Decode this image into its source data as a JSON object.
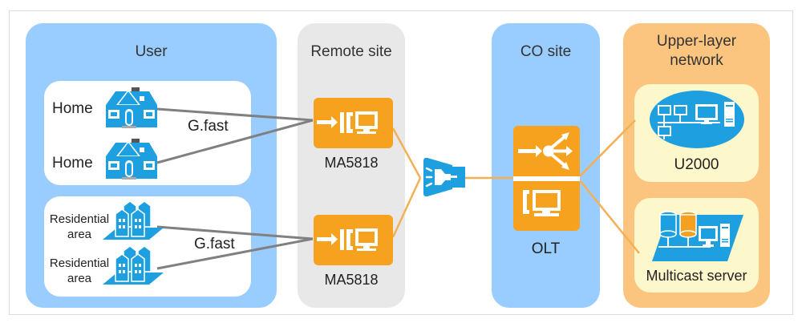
{
  "colors": {
    "user_zone": "#99ccff",
    "remote_zone": "#e8e8e8",
    "co_zone": "#99ccff",
    "upper_zone": "#fbc57f",
    "upper_card": "#fdf8cc",
    "device": "#f6a21e",
    "icon_blue": "#1ea0e0",
    "copper_link": "#808080",
    "fiber_link": "#f4b055"
  },
  "zones": {
    "user": {
      "title": "User"
    },
    "remote": {
      "title": "Remote site"
    },
    "co": {
      "title": "CO site"
    },
    "upper": {
      "title_line1": "Upper-layer",
      "title_line2": "network"
    }
  },
  "user": {
    "homes": [
      {
        "label": "Home",
        "icon": "house-icon"
      },
      {
        "label": "Home",
        "icon": "house-icon"
      }
    ],
    "areas": [
      {
        "label_line1": "Residential",
        "label_line2": "area",
        "icon": "buildings-icon"
      },
      {
        "label_line1": "Residential",
        "label_line2": "area",
        "icon": "buildings-icon"
      }
    ],
    "link_label_top": "G.fast",
    "link_label_bottom": "G.fast"
  },
  "remote": {
    "devices": [
      {
        "label": "MA5818",
        "icon": "msan-icon"
      },
      {
        "label": "MA5818",
        "icon": "msan-icon"
      }
    ]
  },
  "splitter": {
    "icon": "optical-splitter-icon"
  },
  "co": {
    "device": {
      "label": "OLT",
      "icon": "olt-icon"
    }
  },
  "upper": {
    "items": [
      {
        "label": "U2000",
        "icon": "network-management-icon"
      },
      {
        "label": "Multicast server",
        "icon": "multicast-server-icon"
      }
    ]
  }
}
